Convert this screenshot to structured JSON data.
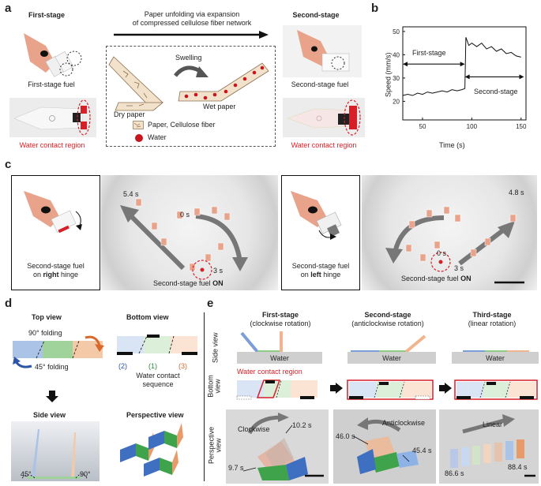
{
  "panels": {
    "a": "a",
    "b": "b",
    "c": "c",
    "d": "d",
    "e": "e"
  },
  "panel_a": {
    "first_stage": "First-stage",
    "second_stage": "Second-stage",
    "first_stage_fuel": "First-stage fuel",
    "second_stage_fuel": "Second-stage fuel",
    "water_contact_left": "Water contact region",
    "water_contact_right": "Water contact region",
    "arrow_caption_line1": "Paper unfolding via expansion",
    "arrow_caption_line2": "of compressed cellulose fiber network",
    "swelling": "Swelling",
    "dry_paper": "Dry paper",
    "wet_paper": "Wet paper",
    "legend_paper": "Paper, Cellulose fiber",
    "legend_water": "Water",
    "colors": {
      "red": "#d61f26",
      "boat": "#e8a38a",
      "water": "#c8141c"
    }
  },
  "panel_c": {
    "left_times": [
      "5.4 s",
      "0 s",
      "3 s"
    ],
    "right_times": [
      "4.8 s",
      "0 s",
      "3 s"
    ],
    "left_inset_line1": "Second-stage fuel",
    "left_inset_line2_pre": "on ",
    "left_inset_line2_bold": "right",
    "left_inset_line2_post": " hinge",
    "right_inset_line1": "Second-stage fuel",
    "right_inset_line2_pre": "on ",
    "right_inset_line2_bold": "left",
    "right_inset_line2_post": " hinge",
    "fuel_on_left_pre": "Second-stage fuel ",
    "fuel_on_left_bold": "ON",
    "fuel_on_right_pre": "Second-stage fuel ",
    "fuel_on_right_bold": "ON"
  },
  "panel_d": {
    "top_view": "Top view",
    "bottom_view": "Bottom view",
    "side_view": "Side view",
    "perspective_view": "Perspective view",
    "fold_90": "90° folding",
    "fold_45": "45° folding",
    "seq_labels": [
      "(2)",
      "(1)",
      "(3)"
    ],
    "seq_colors": [
      "#2b55a5",
      "#2a8c3c",
      "#d9682a"
    ],
    "water_contact_line1": "Water contact",
    "water_contact_line2": "sequence",
    "angle_45": "45°",
    "angle_90": "90°"
  },
  "panel_e": {
    "stages": [
      {
        "title": "First-stage",
        "subtitle": "(clockwise rotation)"
      },
      {
        "title": "Second-stage",
        "subtitle": "(anticlockwise rotation)"
      },
      {
        "title": "Third-stage",
        "subtitle": "(linear rotation)"
      }
    ],
    "row_side": "Side view",
    "row_bottom": "Bottom view",
    "row_perspective": "Perspective view",
    "water": "Water",
    "water_contact_region": "Water contact region",
    "clockwise": "Clockwise",
    "anticlockwise": "Anticlockwise",
    "linear": "Linear",
    "times_first": [
      "10.2 s",
      "9.7 s"
    ],
    "times_second": [
      "46.0 s",
      "45.4 s"
    ],
    "times_third": [
      "86.6 s",
      "88.4 s"
    ]
  },
  "chart_data": {
    "type": "line",
    "xlabel": "Time (s)",
    "ylabel": "Speed (mm/s)",
    "xlim": [
      30,
      155
    ],
    "ylim": [
      12,
      52
    ],
    "xticks": [
      50,
      100,
      150
    ],
    "yticks": [
      20,
      30,
      40,
      50
    ],
    "annotations": [
      "First-stage",
      "Second-stage"
    ],
    "series": [
      {
        "x": [
          30,
          35,
          40,
          45,
          50,
          55,
          60,
          65,
          70,
          75,
          80,
          85,
          90,
          93,
          94,
          97,
          100,
          105,
          110,
          115,
          120,
          125,
          130,
          135,
          140,
          145,
          150
        ],
        "y": [
          22.5,
          23.0,
          22.5,
          23.5,
          23.0,
          24.0,
          23.5,
          24.0,
          24.5,
          24.0,
          25.0,
          24.5,
          25.0,
          25.5,
          47.5,
          44.0,
          45.0,
          43.5,
          45.0,
          42.5,
          43.5,
          41.5,
          42.5,
          40.5,
          41.0,
          39.5,
          39.0
        ]
      }
    ]
  }
}
